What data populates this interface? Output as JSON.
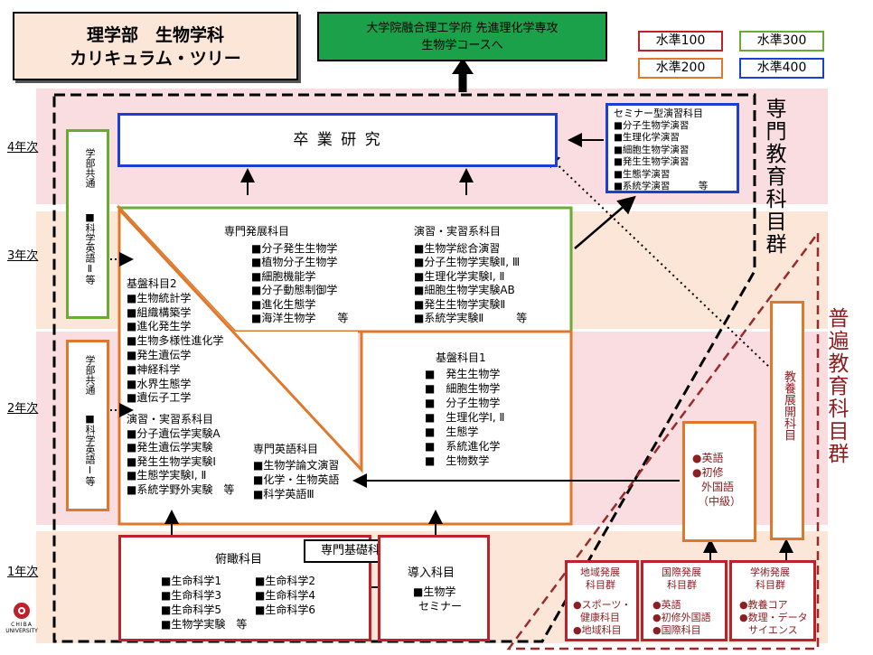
{
  "title": {
    "line1": "理学部　生物学科",
    "line2": "カリキュラム・ツリー"
  },
  "destination": {
    "line1": "大学院融合理工学府 先進理化学専攻",
    "line2": "生物学コースへ"
  },
  "legend": [
    {
      "label": "水準100",
      "color": "#c0202a"
    },
    {
      "label": "水準300",
      "color": "#6aaa35"
    },
    {
      "label": "水準200",
      "color": "#e0782b"
    },
    {
      "label": "水準400",
      "color": "#1a3fd1"
    }
  ],
  "years": [
    "4年次",
    "3年次",
    "2年次",
    "1年次"
  ],
  "graduation_research": "卒 業 研 究",
  "seminar": {
    "title": "セミナー型演習科目",
    "items": [
      "■分子生物学演習",
      "■生理化学演習",
      "■細胞生物学演習",
      "■発生生物学演習",
      "■生態学演習",
      "■系統学演習　　　等"
    ]
  },
  "specialized_group": "専門教育科目群",
  "general_group": "普遍教育科目群",
  "common_english2": {
    "text": "学部共通",
    "item": "■科学英語Ⅱ等"
  },
  "common_english1": {
    "text": "学部共通",
    "item": "■科学英語Ⅰ等"
  },
  "advanced": {
    "title": "専門発展科目",
    "items": [
      "■分子発生生物学",
      "■植物分子生物学",
      "■細胞機能学",
      "■分子動態制御学",
      "■進化生態学",
      "■海洋生物学　　等"
    ]
  },
  "practice3": {
    "title": "演習・実習系科目",
    "items": [
      "■生物学総合演習",
      "■分子生物学実験Ⅱ, Ⅲ",
      "■生理化学実験Ⅰ, Ⅱ",
      "■細胞生物学実験AB",
      "■発生生物学実験Ⅱ",
      "■系統学実験Ⅱ　　　等"
    ]
  },
  "basic2": {
    "title": "基盤科目2",
    "items": [
      "■生物統計学",
      "■組織構築学",
      "■進化発生学",
      "■生物多様性進化学",
      "■発生遺伝学",
      "■神経科学",
      "■水界生態学",
      "■遺伝子工学"
    ]
  },
  "practice2": {
    "title": "演習・実習系科目",
    "items": [
      "■分子遺伝学実験A",
      "■発生遺伝学実験",
      "■発生生物学実験Ⅰ",
      "■生態学実験Ⅰ, Ⅱ",
      "■系統学野外実験　等"
    ]
  },
  "basic1": {
    "title": "基盤科目1",
    "items": [
      "■　発生生物学",
      "■　細胞生物学",
      "■　分子生物学",
      "■　生理化学Ⅰ, Ⅱ",
      "■　生態学",
      "■　系統進化学",
      "■　生物数学"
    ]
  },
  "sci_english": {
    "title": "専門英語科目",
    "items": [
      "■生物学論文演習",
      "■化学・生物英語",
      "■科学英語Ⅲ"
    ]
  },
  "foundation_label": "専門基礎科目",
  "overview": {
    "title": "俯瞰科目",
    "col1": [
      "■生命科学1",
      "■生命科学3",
      "■生命科学5",
      "■生物学実験　等"
    ],
    "col2": [
      "■生命科学2",
      "■生命科学4",
      "■生命科学6"
    ]
  },
  "intro": {
    "title": "導入科目",
    "items": [
      "■生物学",
      "セミナー"
    ]
  },
  "liberal": "教養展開科目",
  "language": {
    "items": [
      "●英語",
      "●初修",
      "外国語",
      "（中級）"
    ]
  },
  "regional": {
    "title": [
      "地域発展",
      "科目群"
    ],
    "items": [
      "●スポーツ・",
      "健康科目",
      "●地域科目"
    ]
  },
  "international": {
    "title": [
      "国際発展",
      "科目群"
    ],
    "items": [
      "●英語",
      "●初修外国語",
      "●国際科目"
    ]
  },
  "academic": {
    "title": [
      "学術発展",
      "科目群"
    ],
    "items": [
      "●教養コア",
      "●数理・データ",
      "サイエンス"
    ]
  },
  "university": {
    "line1": "CHIBA",
    "line2": "UNIVERSITY"
  }
}
